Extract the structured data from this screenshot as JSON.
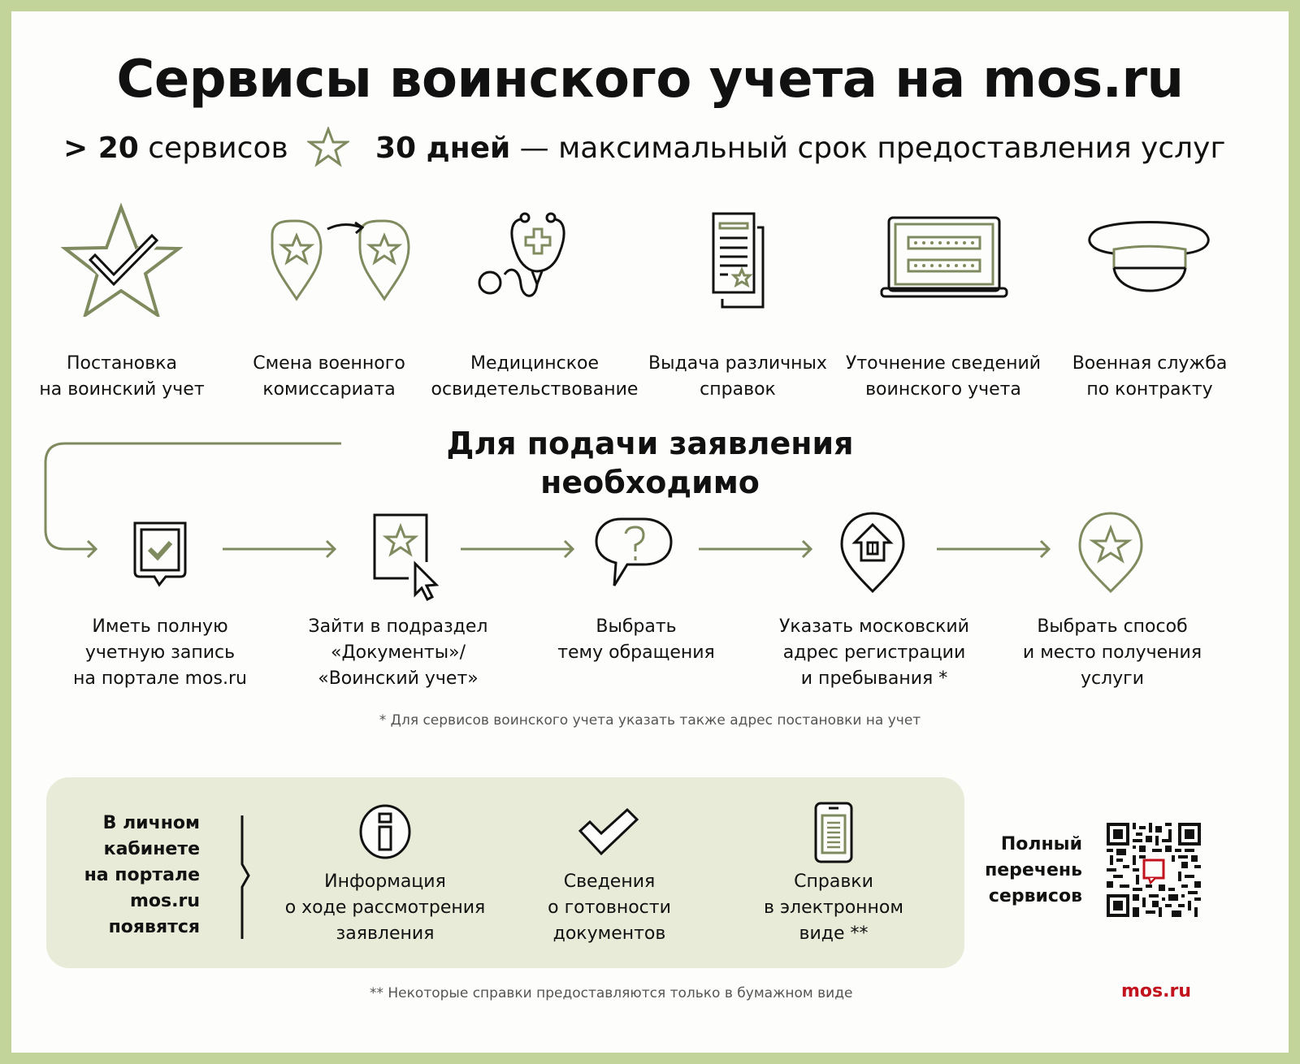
{
  "title": "Сервисы воинского учета на mos.ru",
  "subtitle": {
    "services_count": "> 20",
    "services_label": "сервисов",
    "separator_icon": "star-outline-icon",
    "days": "30 дней",
    "days_desc": "— максимальный срок предоставления услуг"
  },
  "colors": {
    "border": "#c3d49a",
    "accent_olive": "#7f8a5f",
    "box_bg": "#e7ebd8",
    "brand_red": "#c2121e",
    "text": "#111111"
  },
  "services": [
    {
      "icon": "star-check-icon",
      "line1": "Постановка",
      "line2": "на воинский учет"
    },
    {
      "icon": "map-pins-transfer-icon",
      "line1": "Смена военного",
      "line2": "комиссариата"
    },
    {
      "icon": "stethoscope-icon",
      "line1": "Медицинское",
      "line2": "освидетельствование"
    },
    {
      "icon": "certificate-document-icon",
      "line1": "Выдача различных",
      "line2": "справок"
    },
    {
      "icon": "laptop-form-icon",
      "line1": "Уточнение сведений",
      "line2": "воинского учета"
    },
    {
      "icon": "military-cap-icon",
      "line1": "Военная служба",
      "line2": "по контракту"
    }
  ],
  "steps_section": {
    "heading": "Для подачи заявления необходимо",
    "steps": [
      {
        "icon": "account-check-icon",
        "lines": [
          "Иметь полную",
          "учетную запись",
          "на портале mos.ru"
        ]
      },
      {
        "icon": "document-cursor-icon",
        "lines": [
          "Зайти в подраздел",
          "«Документы»/",
          "«Воинский учет»"
        ]
      },
      {
        "icon": "question-bubble-icon",
        "lines": [
          "Выбрать",
          "тему обращения",
          ""
        ]
      },
      {
        "icon": "home-pin-icon",
        "lines": [
          "Указать московский",
          "адрес регистрации",
          "и пребывания *"
        ]
      },
      {
        "icon": "star-pin-icon",
        "lines": [
          "Выбрать способ",
          "и место получения",
          "услуги"
        ]
      }
    ],
    "footnote": "* Для сервисов воинского учета указать также адрес постановки на учет"
  },
  "cabinet": {
    "heading_lines": [
      "В личном",
      "кабинете",
      "на портале",
      "mos.ru",
      "появятся"
    ],
    "features": [
      {
        "icon": "info-icon",
        "lines": [
          "Информация",
          "о ходе рассмотрения",
          "заявления"
        ]
      },
      {
        "icon": "checkmark-icon",
        "lines": [
          "Сведения",
          "о готовности",
          "документов"
        ]
      },
      {
        "icon": "phone-document-icon",
        "lines": [
          "Справки",
          "в электронном",
          "виде **"
        ]
      }
    ]
  },
  "qr": {
    "heading_lines": [
      "Полный",
      "перечень",
      "сервисов"
    ],
    "icon": "qr-code-icon"
  },
  "footnote2": "** Некоторые справки предоставляются только в бумажном виде",
  "logo": "mos.ru"
}
